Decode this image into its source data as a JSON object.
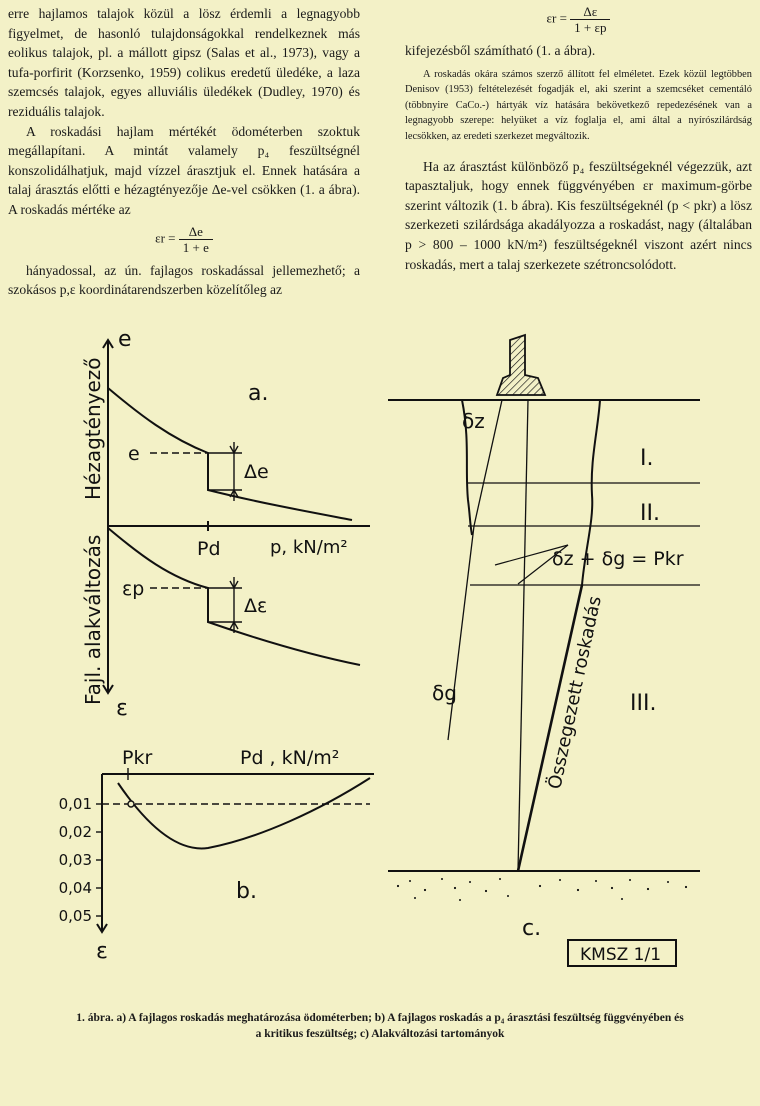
{
  "left_column": {
    "p1": "erre hajlamos talajok közül a lösz érdemli a legnagyobb figyelmet, de hasonló tulajdonságokkal rendelkeznek más eolikus talajok, pl. a mállott gipsz (Salas et al., 1973), vagy a tufa-porfirit (Korzsenko, 1959) colikus eredetű üledéke, a laza szemcsés talajok, egyes alluviális üledékek (Dudley, 1970) és reziduális talajok.",
    "p2": "A roskadási hajlam mértékét ödométerben szoktuk megállapítani. A mintát valamely p₄ feszültségnél konszolidálhatjuk, majd vízzel árasztjuk el. Ennek hatására a talaj árasztás előtti e hézagtényezője Δe-vel csökken (1. a ábra). A roskadás mértéke az",
    "formula_lhs": "εr =",
    "formula_num": "Δe",
    "formula_den": "1 + e",
    "p3": "hányadossal, az ún. fajlagos roskadással jellemezhető; a szokásos p,ε koordinátarendszerben közelítőleg az"
  },
  "right_column": {
    "formula_lhs": "εr =",
    "formula_num": "Δε",
    "formula_den": "1 + εp",
    "p1": "kifejezésből számítható (1. a ábra).",
    "small_note": "A roskadás okára számos szerző állított fel elméletet. Ezek közül legtöbben Denisov (1953) feltételezését fogadják el, aki szerint a szemcséket cementáló (többnyire CaCo.-) hártyák víz hatására bekövetkező repedezésének van a legnagyobb szerepe: helyüket a víz foglalja el, ami által a nyírószilárdság lecsökken, az eredeti szerkezet megváltozik.",
    "p2": "Ha az árasztást különböző p₄ feszültségeknél végezzük, azt tapasztaljuk, hogy ennek függvényében εr maximum-görbe szerint változik (1. b ábra). Kis feszültségeknél (p < pkr) a lösz szerkezeti szilárdsága akadályozza a roskadást, nagy (általában p > 800 – 1000 kN/m²) feszültségeknél viszont azért nincs roskadás, mert a talaj szerkezete szétroncsolódott."
  },
  "figure": {
    "a": {
      "axis_top": "e",
      "axis_bottom": "ε",
      "ylabel_top": "Hézagtényező",
      "ylabel_bottom": "Fajl. alakváltozás",
      "panel_label": "a.",
      "e_label": "e",
      "de_label": "Δe",
      "pd_label": "Pd",
      "x_label": "p, kN/m²",
      "ep_label": "εp",
      "deps_label": "Δε"
    },
    "b": {
      "pkr_label": "Pkr",
      "x_label": "Pd , kN/m²",
      "ticks": [
        "0,01",
        "0,02",
        "0,03",
        "0,04",
        "0,05"
      ],
      "axis_label": "ε",
      "panel_label": "b."
    },
    "c": {
      "sigma_z": "δz",
      "sigma_g": "δg",
      "zone_1": "I.",
      "zone_2": "II.",
      "zone_3": "III.",
      "condition": "δz + δg = Pkr",
      "total_label": "Összegezett roskadás",
      "panel_label": "c.",
      "stamp": "KMSZ  1/1"
    }
  },
  "caption": {
    "line1": "1. ábra. a) A fajlagos roskadás meghatározása ödométerben; b) A fajlagos roskadás a p₄ árasztási feszültség függvényében és",
    "line2": "a kritikus feszültség; c) Alakváltozási tartományok"
  }
}
